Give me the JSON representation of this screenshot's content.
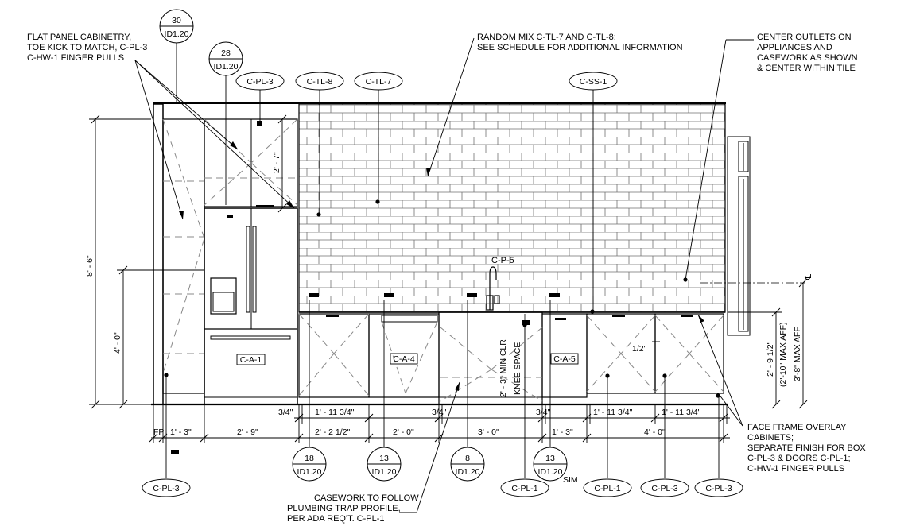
{
  "notes": {
    "flat_panel": [
      "FLAT PANEL CABINETRY,",
      "TOE KICK TO MATCH, C-PL-3",
      "C-HW-1 FINGER PULLS"
    ],
    "random_mix": [
      "RANDOM MIX C-TL-7 AND C-TL-8;",
      "SEE SCHEDULE FOR ADDITIONAL INFORMATION"
    ],
    "center_outlets": [
      "CENTER OUTLETS ON",
      "APPLIANCES AND",
      "CASEWORK AS SHOWN",
      "& CENTER WITHIN TILE"
    ],
    "face_frame": [
      "FACE FRAME OVERLAY",
      "CABINETS;",
      "SEPARATE FINISH FOR BOX",
      "C-PL-3 & DOORS C-PL-1;",
      "C-HW-1 FINGER PULLS"
    ],
    "casework_trap": [
      "CASEWORK TO FOLLOW",
      "PLUMBING TRAP PROFILE,",
      "PER ADA REQ'T. C-PL-1"
    ]
  },
  "detail_bubbles": {
    "b30": {
      "num": "30",
      "sheet": "ID1.20"
    },
    "b28": {
      "num": "28",
      "sheet": "ID1.20"
    },
    "b18": {
      "num": "18",
      "sheet": "ID1.20"
    },
    "b13a": {
      "num": "13",
      "sheet": "ID1.20"
    },
    "b8": {
      "num": "8",
      "sheet": "ID1.20"
    },
    "b13b": {
      "num": "13",
      "sheet": "ID1.20",
      "suffix": "SIM"
    }
  },
  "tags": {
    "top_cpl3": "C-PL-3",
    "top_ctl8": "C-TL-8",
    "top_ctl7": "C-TL-7",
    "top_css1": "C-SS-1",
    "bot_cpl3_left": "C-PL-3",
    "bot_cpl1_a": "C-PL-1",
    "bot_cpl1_b": "C-PL-1",
    "bot_cpl3_b": "C-PL-3",
    "bot_cpl3_c": "C-PL-3"
  },
  "labels": {
    "cp5": "C-P-5",
    "ca1": "C-A-1",
    "ca4": "C-A-4",
    "ca5": "C-A-5",
    "knee1": "2' - 3\" MIN CLR",
    "knee2": "KNEE SPACE",
    "cl": "℄"
  },
  "dimensions": {
    "overall_height": "8' - 6\"",
    "four_foot": "4' - 0\"",
    "upper_door": "2' - 7\"",
    "half_inch": "1/2\"",
    "counter_h": "2' - 9 1/2\"",
    "max_aff_1": "(2'-10\" MAX AFF)",
    "max_aff_2": "3'-8\" MAX AFF",
    "row1": [
      "3/4\"",
      "1' - 11 3/4\"",
      "3/4\"",
      "3/4\"",
      "1' - 11 3/4\"",
      "1' - 11 3/4\""
    ],
    "row2": [
      "FP",
      "1' - 3\"",
      "2' - 9\"",
      "2' - 2 1/2\"",
      "2' - 0\"",
      "3' - 0\"",
      "1' - 3\"",
      "4' - 0\""
    ]
  }
}
